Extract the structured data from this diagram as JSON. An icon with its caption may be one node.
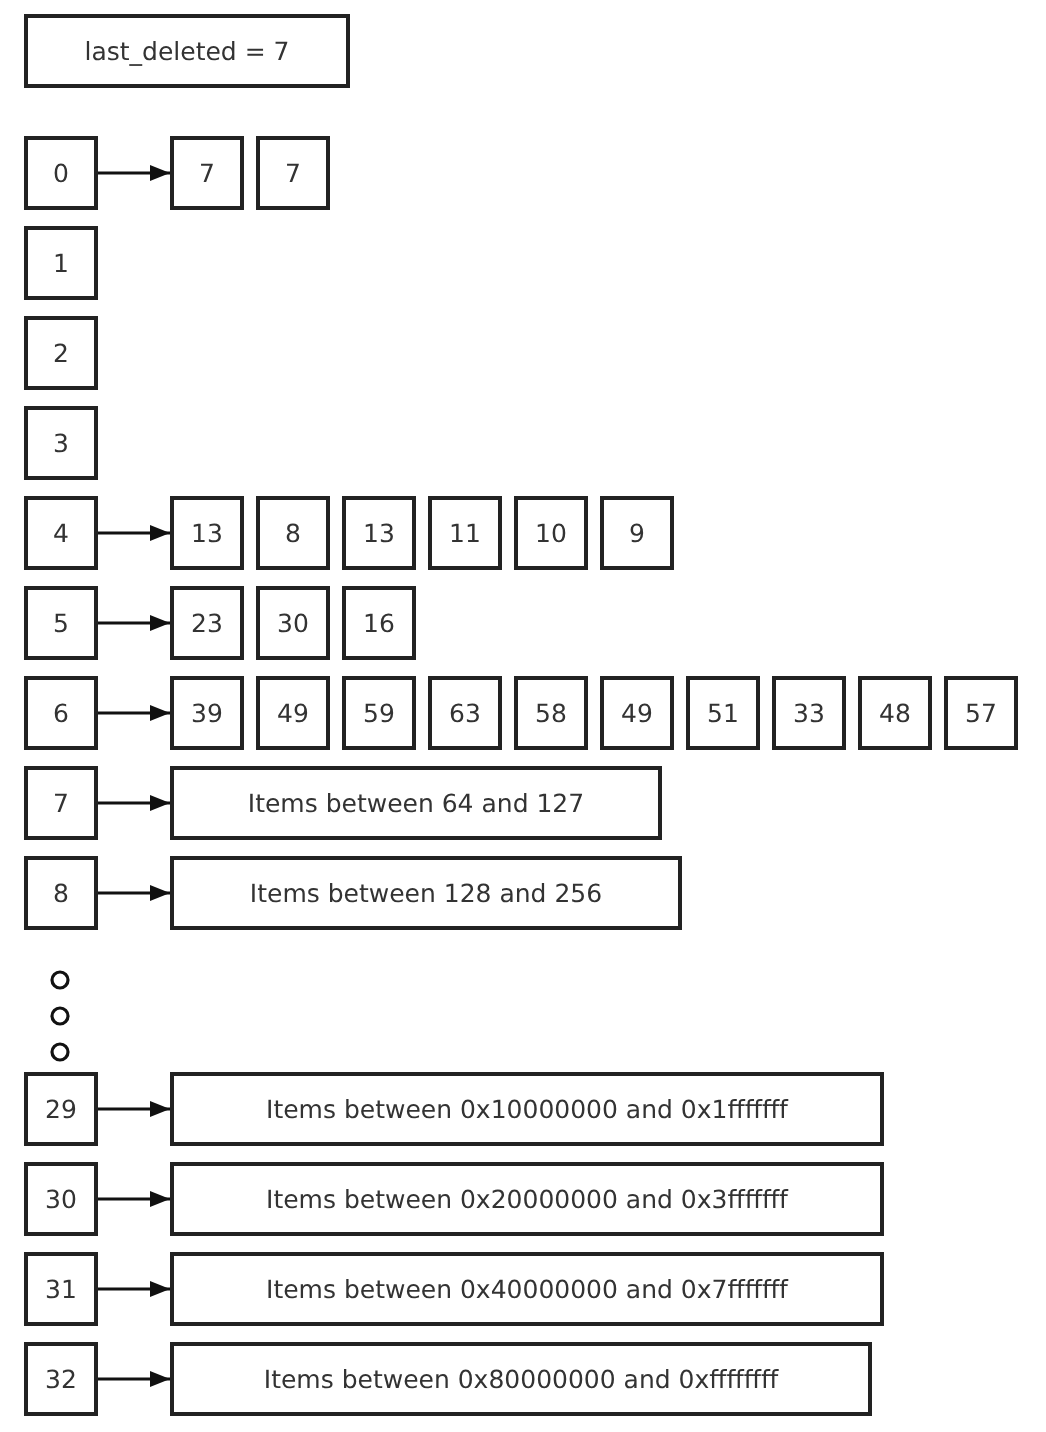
{
  "diagram": {
    "nodes": [
      {
        "text": [
          "last_deleted = 7"
        ]
      },
      {
        "text": [
          "0"
        ]
      },
      {
        "text": [
          "7"
        ]
      },
      {
        "text": [
          "7"
        ]
      },
      {
        "text": [
          "1"
        ]
      },
      {
        "text": [
          "2"
        ]
      },
      {
        "text": [
          "3"
        ]
      },
      {
        "text": [
          "4"
        ]
      },
      {
        "text": [
          "13"
        ]
      },
      {
        "text": [
          "8"
        ]
      },
      {
        "text": [
          "13"
        ]
      },
      {
        "text": [
          "11"
        ]
      },
      {
        "text": [
          "10"
        ]
      },
      {
        "text": [
          "9"
        ]
      },
      {
        "text": [
          "5"
        ]
      },
      {
        "text": [
          "23"
        ]
      },
      {
        "text": [
          "30"
        ]
      },
      {
        "text": [
          "16"
        ]
      },
      {
        "text": [
          "6"
        ]
      },
      {
        "text": [
          "39"
        ]
      },
      {
        "text": [
          "49"
        ]
      },
      {
        "text": [
          "59"
        ]
      },
      {
        "text": [
          "63"
        ]
      },
      {
        "text": [
          "58"
        ]
      },
      {
        "text": [
          "49"
        ]
      },
      {
        "text": [
          "51"
        ]
      },
      {
        "text": [
          "33"
        ]
      },
      {
        "text": [
          "48"
        ]
      },
      {
        "text": [
          "57"
        ]
      },
      {
        "text": [
          "7"
        ]
      },
      {
        "text": [
          "Items between 64 and 127"
        ]
      },
      {
        "text": [
          "8"
        ]
      },
      {
        "text": [
          "Items between 128 and 256"
        ]
      },
      {
        "text": [
          "29"
        ]
      },
      {
        "text": [
          "Items between 0x10000000 and 0x1fffffff"
        ]
      },
      {
        "text": [
          "30"
        ]
      },
      {
        "text": [
          "Items between 0x20000000 and 0x3fffffff"
        ]
      },
      {
        "text": [
          "31"
        ]
      },
      {
        "text": [
          "Items between 0x40000000 and 0x7fffffff"
        ]
      },
      {
        "text": [
          "32"
        ]
      },
      {
        "text": [
          "Items between 0x80000000 and 0xffffffff"
        ]
      }
    ],
    "edges": [
      {
        "from": 1,
        "to": 2,
        "arrow": "to"
      },
      {
        "from": 7,
        "to": 8,
        "arrow": "to"
      },
      {
        "from": 14,
        "to": 15,
        "arrow": "to"
      },
      {
        "from": 18,
        "to": 19,
        "arrow": "to"
      },
      {
        "from": 29,
        "to": 30,
        "arrow": "to"
      },
      {
        "from": 31,
        "to": 32,
        "arrow": "to"
      },
      {
        "from": 33,
        "to": 34,
        "arrow": "to"
      },
      {
        "from": 35,
        "to": 36,
        "arrow": "to"
      },
      {
        "from": 37,
        "to": 38,
        "arrow": "to"
      },
      {
        "from": 39,
        "to": 40,
        "arrow": "to"
      }
    ]
  }
}
